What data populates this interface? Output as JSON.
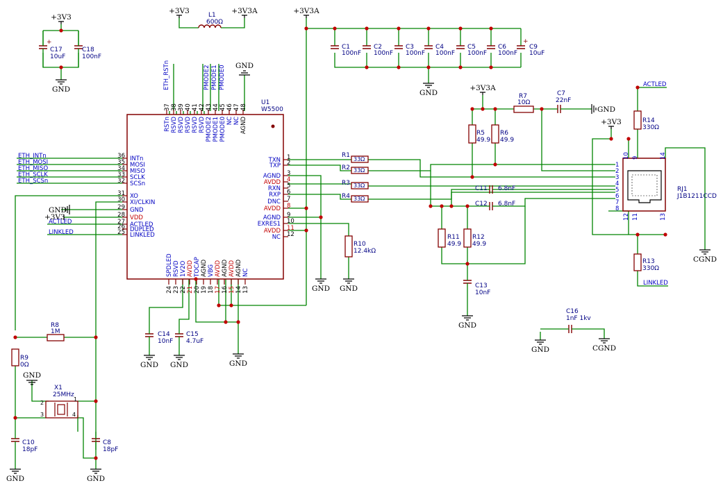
{
  "chip": {
    "ref": "U1",
    "value": "W5500",
    "left": [
      {
        "num": "36",
        "name": "INTn"
      },
      {
        "num": "35",
        "name": "MOSI"
      },
      {
        "num": "34",
        "name": "MISO"
      },
      {
        "num": "33",
        "name": "SCLK"
      },
      {
        "num": "32",
        "name": "SCSn"
      },
      {
        "num": "31",
        "name": "XO"
      },
      {
        "num": "30",
        "name": "XI/CLKIN"
      },
      {
        "num": "29",
        "name": "GND"
      },
      {
        "num": "28",
        "name": "VDD"
      },
      {
        "num": "27",
        "name": "ACTLED"
      },
      {
        "num": "26",
        "name": "DUPLED"
      },
      {
        "num": "25",
        "name": "LINKLED"
      }
    ],
    "right": [
      {
        "num": "1",
        "name": "TXN"
      },
      {
        "num": "2",
        "name": "TXP"
      },
      {
        "num": "3",
        "name": "AGND"
      },
      {
        "num": "4",
        "name": "AVDD"
      },
      {
        "num": "5",
        "name": "RXN"
      },
      {
        "num": "6",
        "name": "RXP"
      },
      {
        "num": "7",
        "name": "DNC"
      },
      {
        "num": "8",
        "name": "AVDD"
      },
      {
        "num": "9",
        "name": "AGND"
      },
      {
        "num": "10",
        "name": "EXRES1"
      },
      {
        "num": "11",
        "name": "AVDD"
      },
      {
        "num": "12",
        "name": "NC"
      }
    ],
    "top": [
      {
        "num": "37",
        "name": "RSTn"
      },
      {
        "num": "38",
        "name": "RSVD"
      },
      {
        "num": "39",
        "name": "RSVD"
      },
      {
        "num": "40",
        "name": "RSVD"
      },
      {
        "num": "41",
        "name": "RSVD"
      },
      {
        "num": "42",
        "name": "RSVD"
      },
      {
        "num": "43",
        "name": "PMODE2"
      },
      {
        "num": "44",
        "name": "PMODE1"
      },
      {
        "num": "45",
        "name": "PMODE0"
      },
      {
        "num": "46",
        "name": "NC"
      },
      {
        "num": "47",
        "name": "NC"
      },
      {
        "num": "48",
        "name": "AGND"
      }
    ],
    "bottom": [
      {
        "num": "24",
        "name": "SPDLED"
      },
      {
        "num": "23",
        "name": "RSVD"
      },
      {
        "num": "22",
        "name": "1V2O"
      },
      {
        "num": "21",
        "name": "AVDD"
      },
      {
        "num": "20",
        "name": "TOCAP"
      },
      {
        "num": "19",
        "name": "AGND"
      },
      {
        "num": "18",
        "name": "VBG"
      },
      {
        "num": "17",
        "name": "AVDD"
      },
      {
        "num": "16",
        "name": "AGND"
      },
      {
        "num": "15",
        "name": "AVDD"
      },
      {
        "num": "14",
        "name": "AGND"
      },
      {
        "num": "13",
        "name": "NC"
      }
    ]
  },
  "rj": {
    "ref": "RJ1",
    "value": "J1B1211CCD",
    "left_pins": [
      "1",
      "2",
      "3",
      "4",
      "5",
      "6",
      "7",
      "8"
    ],
    "top_pins": [
      "10",
      "9",
      "14"
    ],
    "bottom_pins": [
      "12",
      "11",
      "13"
    ]
  },
  "power": {
    "p3v3": "+3V3",
    "p3v3a": "+3V3A",
    "gnd": "GND",
    "cgnd": "CGND"
  },
  "nets": {
    "eth_intn": "ETH_INTn",
    "eth_mosi": "ETH_MOSI",
    "eth_miso": "ETH_MISO",
    "eth_sclk": "ETH_SCLK",
    "eth_scsn": "ETH_SCSn",
    "eth_rstn": "ETH_RSTn",
    "pmode2": "PMODE2",
    "pmode1": "PMODE1",
    "pmode0": "PMODE0",
    "actled": "ACTLED",
    "linkled": "LINKLED"
  },
  "components": {
    "c17": {
      "ref": "C17",
      "value": "10uF"
    },
    "c18": {
      "ref": "C18",
      "value": "100nF"
    },
    "l1": {
      "ref": "L1",
      "value": "600Ω"
    },
    "c1": {
      "ref": "C1",
      "value": "100nF"
    },
    "c2": {
      "ref": "C2",
      "value": "100nF"
    },
    "c3": {
      "ref": "C3",
      "value": "100nF"
    },
    "c4": {
      "ref": "C4",
      "value": "100nF"
    },
    "c5": {
      "ref": "C5",
      "value": "100nF"
    },
    "c6": {
      "ref": "C6",
      "value": "100nF"
    },
    "c9": {
      "ref": "C9",
      "value": "10uF"
    },
    "r7": {
      "ref": "R7",
      "value": "10Ω"
    },
    "c7": {
      "ref": "C7",
      "value": "22nF"
    },
    "r5": {
      "ref": "R5",
      "value": "49.9"
    },
    "r6": {
      "ref": "R6",
      "value": "49.9"
    },
    "r14": {
      "ref": "R14",
      "value": "330Ω"
    },
    "r13": {
      "ref": "R13",
      "value": "330Ω"
    },
    "r1": {
      "ref": "R1",
      "value": "33Ω"
    },
    "r2": {
      "ref": "R2",
      "value": "33Ω"
    },
    "r3": {
      "ref": "R3",
      "value": "33Ω"
    },
    "r4": {
      "ref": "R4",
      "value": "33Ω"
    },
    "c11": {
      "ref": "C11",
      "value": "6.8nF"
    },
    "c12": {
      "ref": "C12",
      "value": "6.8nF"
    },
    "r11": {
      "ref": "R11",
      "value": "49.9"
    },
    "r12": {
      "ref": "R12",
      "value": "49.9"
    },
    "c13": {
      "ref": "C13",
      "value": "10nF"
    },
    "r10": {
      "ref": "R10",
      "value": "12.4kΩ"
    },
    "c14": {
      "ref": "C14",
      "value": "10nF"
    },
    "c15": {
      "ref": "C15",
      "value": "4.7uF"
    },
    "c16": {
      "ref": "C16",
      "value": "1nF 1kv"
    },
    "r8": {
      "ref": "R8",
      "value": "1M"
    },
    "r9": {
      "ref": "R9",
      "value": "0Ω"
    },
    "x1": {
      "ref": "X1",
      "value": "25MHz"
    },
    "c10": {
      "ref": "C10",
      "value": "18pF"
    },
    "c8": {
      "ref": "C8",
      "value": "18pF"
    }
  },
  "x1_pins": [
    "1",
    "2",
    "3",
    "4"
  ],
  "colors": {
    "wire": "#008400",
    "body": "#840000",
    "pin_name": "#0000c2",
    "pin_power": "#c20000",
    "net_label": "#0000c2",
    "ref_text": "#000084",
    "junction": "#c00000"
  }
}
